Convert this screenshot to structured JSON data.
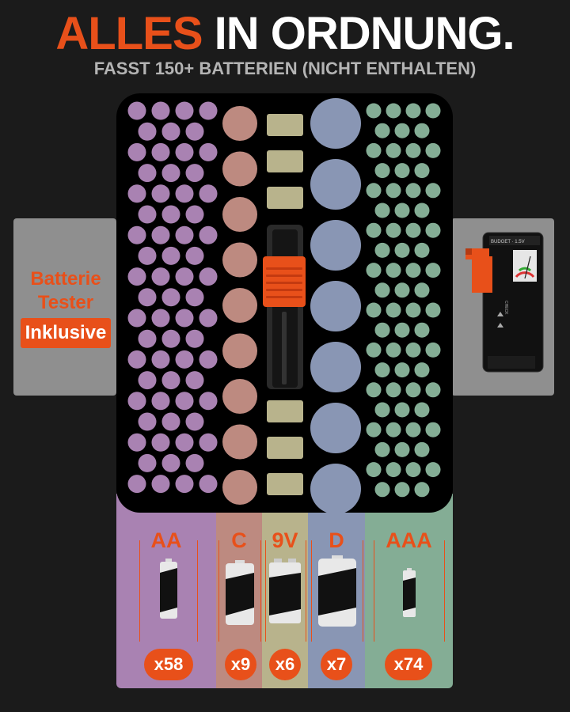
{
  "headline": {
    "accent": "ALLES",
    "rest": "IN ORDNUNG."
  },
  "subline": "FASST 150+ BATTERIEN (NICHT ENTHALTEN)",
  "tester": {
    "line1": "Batterie",
    "line2": "Tester",
    "badge": "Inklusive"
  },
  "device_labels": {
    "top": "BUDGET · 1.5V",
    "side": "CHECK"
  },
  "colors": {
    "accent": "#e8501a",
    "aa": "#a982b2",
    "c": "#bd8a80",
    "v9": "#b8b38c",
    "d": "#8996b4",
    "aaa": "#84ad95"
  },
  "lanes": [
    {
      "key": "aa",
      "label": "AA",
      "count": "x58"
    },
    {
      "key": "c",
      "label": "C",
      "count": "x9"
    },
    {
      "key": "v9",
      "label": "9V",
      "count": "x6"
    },
    {
      "key": "d",
      "label": "D",
      "count": "x7"
    },
    {
      "key": "aaa",
      "label": "AAA",
      "count": "x74"
    }
  ]
}
